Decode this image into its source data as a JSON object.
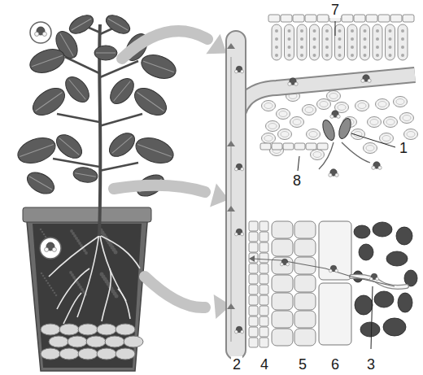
{
  "diagram": {
    "labels": [
      "7",
      "1",
      "8",
      "2",
      "4",
      "5",
      "6",
      "3"
    ]
  }
}
